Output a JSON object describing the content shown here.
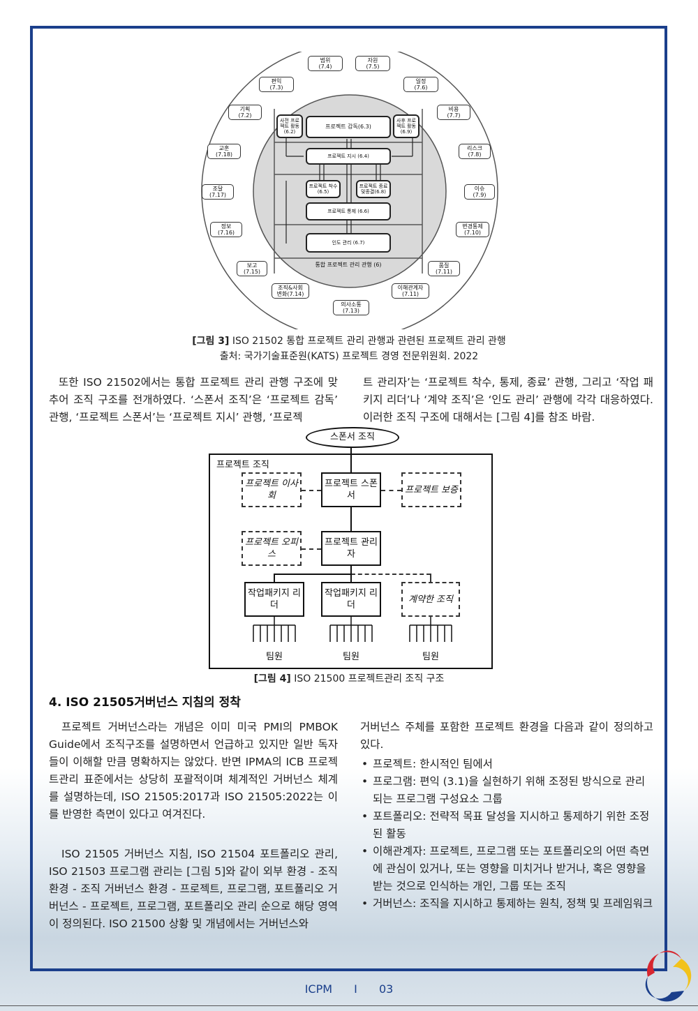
{
  "fig3": {
    "outer": [
      {
        "name": "범위",
        "code": "(7.4)"
      },
      {
        "name": "자원",
        "code": "(7.5)"
      },
      {
        "name": "편익",
        "code": "(7.3)"
      },
      {
        "name": "일정",
        "code": "(7.6)"
      },
      {
        "name": "기획",
        "code": "(7.2)"
      },
      {
        "name": "비용",
        "code": "(7.7)"
      },
      {
        "name": "교훈",
        "code": "(7.18)"
      },
      {
        "name": "리스크",
        "code": "(7.8)"
      },
      {
        "name": "조달",
        "code": "(7.17)"
      },
      {
        "name": "이슈",
        "code": "(7.9)"
      },
      {
        "name": "정보",
        "code": "(7.16)"
      },
      {
        "name": "변경통제",
        "code": "(7.10)"
      },
      {
        "name": "보고",
        "code": "(7.15)"
      },
      {
        "name": "품질",
        "code": "(7.11)"
      },
      {
        "name": "조직&사회",
        "code": "변화(7.14)"
      },
      {
        "name": "이해관계자",
        "code": "(7.11)"
      },
      {
        "name": "의사소통",
        "code": "(7.13)"
      }
    ],
    "inner": {
      "pre": "사전 프로젝트 활동(6.2)",
      "oversight": "프로젝트 감독(6.3)",
      "post": "사후 프로젝트 활동(6.9)",
      "direct": "프로젝트 지시 (6.4)",
      "start": "프로젝트 착수(6.5)",
      "close": "프로젝트 종료 및종결(6.8)",
      "control": "프로젝트 통제 (6.6)",
      "delivery": "인도 관리 (6.7)",
      "integrated": "통합 프로젝트 관리 관행 (6)"
    },
    "caption_label": "[그림 3]",
    "caption_text": " ISO 21502 통합 프로젝트 관리 관행과 관련된 프로젝트 관리 관행",
    "source": "출처: 국가기술표준원(KATS) 프로젝트 경영 전문위원회. 2022"
  },
  "para1_left": "또한 ISO 21502에서는 통합 프로젝트 관리 관행 구조에 맞추어 조직 구조를 전개하였다. ‘스폰서 조직’은 ‘프로젝트 감독’ 관행, ‘프로젝트 스폰서’는 ‘프로젝트 지시’ 관행, ‘프로젝",
  "para1_right": "트 관리자’는 ‘프로젝트 착수, 통제, 종료’ 관행, 그리고 ‘작업 패키지 리더’나 ‘계약 조직’은 ‘인도 관리’ 관행에 각각 대응하였다. 이러한 조직 구조에 대해서는 [그림 4]를 참조 바람.",
  "fig4": {
    "sponsor_org": "스폰서 조직",
    "project_org": "프로젝트 조직",
    "board": "프로젝트 이사회",
    "sponsor": "프로젝트 스폰서",
    "assurance": "프로젝트 보증",
    "office": "프로젝트 오피스",
    "manager": "프로젝트 관리자",
    "wp1": "작업패키지 리더",
    "wp2": "작업패키지 리더",
    "contract": "계약한 조직",
    "team": "팀원",
    "caption_label": "[그림 4]",
    "caption_text": " ISO 21500 프로젝트관리 조직 구조"
  },
  "section_title": "4. ISO 21505거버넌스 지침의 정착",
  "para2": "프로젝트 거버넌스라는 개념은 이미 미국 PMI의 PMBOK Guide에서 조직구조를 설명하면서 언급하고 있지만 일반 독자들이 이해할 만큼 명확하지는 않았다. 반면 IPMA의 ICB 프로젝트관리 표준에서는 상당히 포괄적이며 체계적인 거버넌스 체계를 설명하는데, ISO 21505:2017과 ISO 21505:2022는 이를 반영한 측면이 있다고 여겨진다.",
  "para3": "ISO 21505 거버넌스 지침, ISO 21504 포트폴리오 관리, ISO 21503 프로그램 관리는 [그림 5]와 같이 외부 환경 - 조직 환경 - 조직 거버넌스 환경 - 프로젝트, 프로그램, 포트폴리오 거버넌스 - 프로젝트, 프로그램, 포트폴리오 관리 순으로 해당 영역이 정의된다. ISO 21500 상황 및 개념에서는 거버넌스와",
  "para4": "거버넌스 주체를 포함한 프로젝트 환경을 다음과 같이 정의하고 있다.",
  "bullets": [
    "프로젝트: 한시적인 팀에서",
    "프로그램: 편익 (3.1)을 실현하기 위해 조정된 방식으로 관리되는 프로그램 구성요소 그룹",
    "포트폴리오: 전략적 목표 달성을 지시하고 통제하기 위한 조정된 활동",
    "이해관계자: 프로젝트, 프로그램 또는 포트폴리오의 어떤 측면에 관심이 있거나, 또는 영향을 미치거나 받거나, 혹은 영향을 받는 것으로 인식하는 개인, 그룹 또는 조직",
    "거버넌스: 조직을 지시하고 통제하는 원칙, 정책 및 프레임워크"
  ],
  "footer": {
    "brand": "ICPM",
    "sep": "I",
    "page": "03"
  },
  "colors": {
    "frame": "#1b3f8b",
    "footer": "#1b3f8b"
  }
}
